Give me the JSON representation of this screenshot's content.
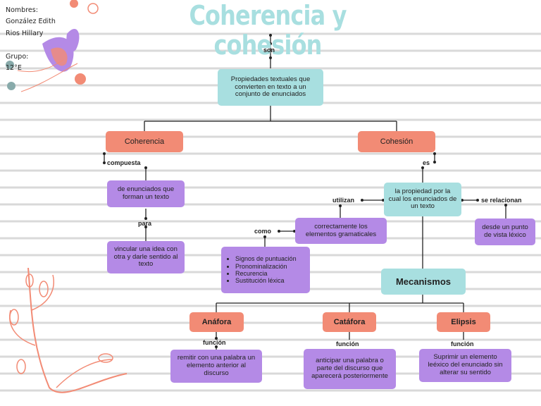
{
  "title": "Coherencia y cohesión",
  "header": {
    "names_label": "Nombres:",
    "name1": "González Edith",
    "name2": "Rios Hillary",
    "group_label": "Grupo:",
    "group_value": "12°E"
  },
  "colors": {
    "teal": "#a8dfe0",
    "salmon": "#f28b75",
    "purple": "#b48ae6",
    "line": "#d9d9d9"
  },
  "nodes": {
    "root": "Propiedades textuales que convierten en texto a un conjunto de enunciados",
    "coherencia": "Coherencia",
    "cohesion": "Cohesión",
    "coherencia_def": "de enunciados que forman un texto",
    "coherencia_purpose": "vincular una idea con otra y darle sentido al texto",
    "cohesion_def": "la propiedad por la cual los enunciados de un texto",
    "gramaticales": "correctamente los elementos gramaticales",
    "lexico": "desde un punto de vista léxico",
    "mecanismos": "Mecanismos",
    "anafora": "Anáfora",
    "catafora": "Catáfora",
    "elipsis": "Elipsis",
    "anafora_def": "remitir con una palabra un elemento anterior al discurso",
    "catafora_def": "anticipar una palabra o parte del discurso que aparecerá posteriormente",
    "elipsis_def": "Suprimir un elemento leéxico del enunciado sin alterar su sentido"
  },
  "examples": [
    "Signos de puntuación",
    "Pronominalización",
    "Recurencia",
    "Sustitución léxica"
  ],
  "labels": {
    "son": "son",
    "compuesta": "compuesta",
    "es": "es",
    "para": "para",
    "utilizan": "utilizan",
    "se_relacionan": "se relacionan",
    "como": "como",
    "funcion1": "función",
    "funcion2": "función",
    "funcion3": "función"
  }
}
